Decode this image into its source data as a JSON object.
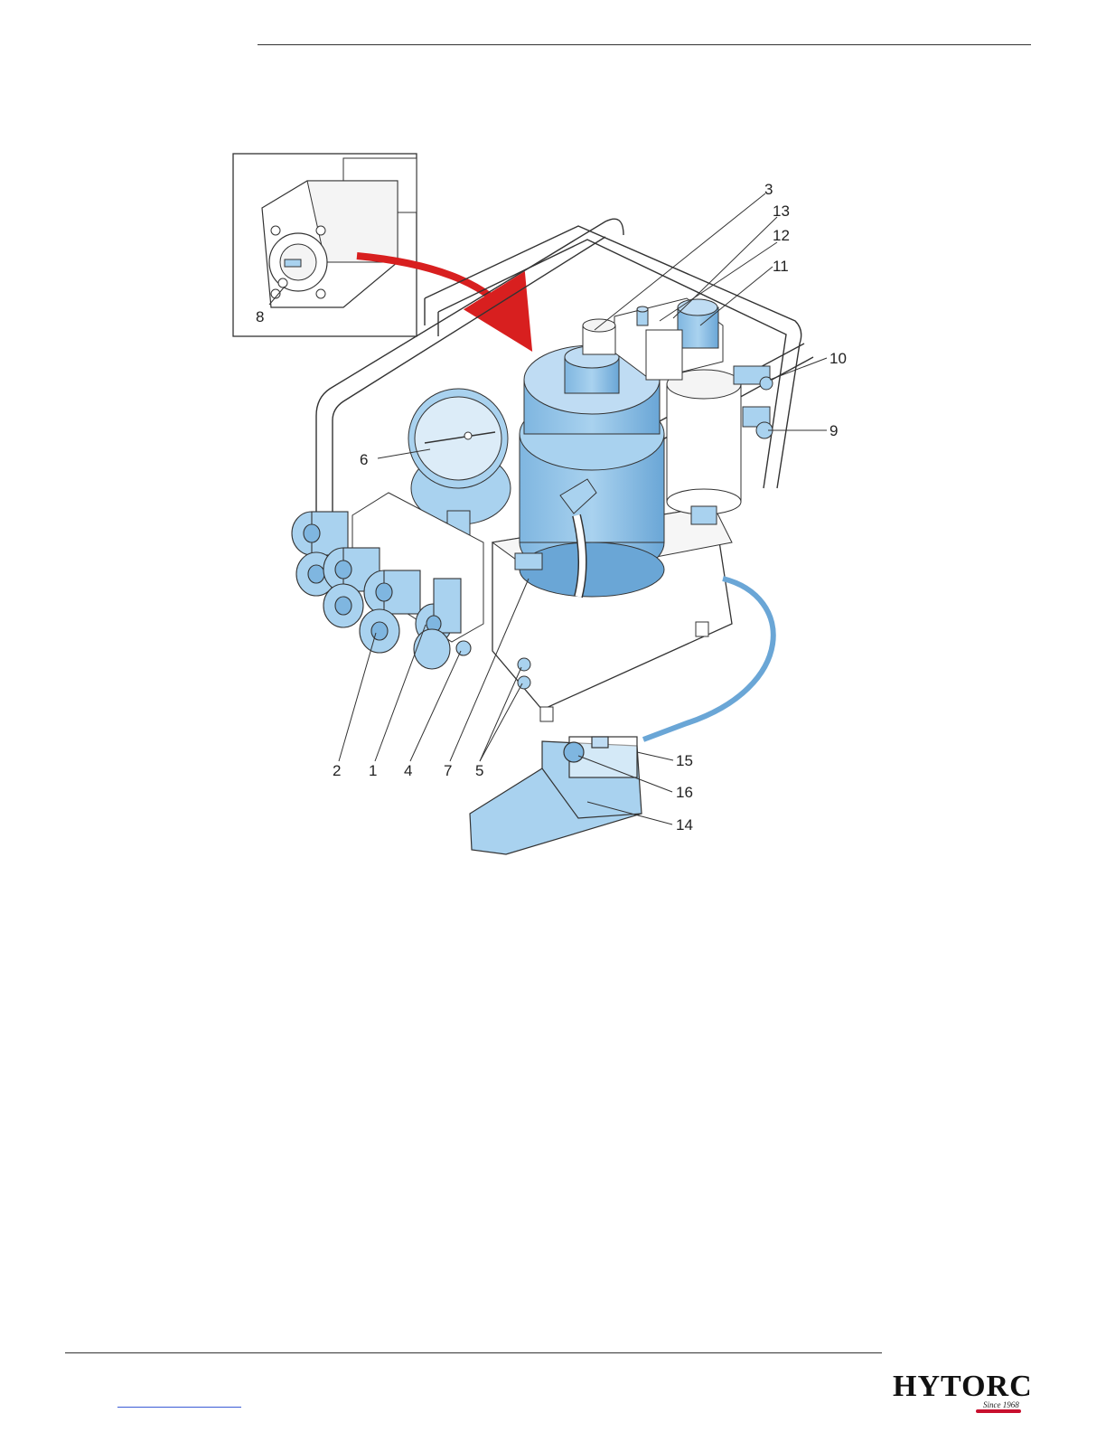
{
  "figure": {
    "callouts": [
      "1",
      "2",
      "3",
      "4",
      "5",
      "6",
      "7",
      "8",
      "9",
      "10",
      "11",
      "12",
      "13",
      "14",
      "15",
      "16"
    ]
  },
  "footer": {
    "logo_text": "HYTORC",
    "logo_since": "Since 1968"
  },
  "colors": {
    "component_blue": "#a9d2ef",
    "outline": "#333333",
    "arrow_red": "#d81f1f",
    "logo_red": "#c8102e",
    "rule": "#333333",
    "link_blue": "#3b5bd6"
  }
}
